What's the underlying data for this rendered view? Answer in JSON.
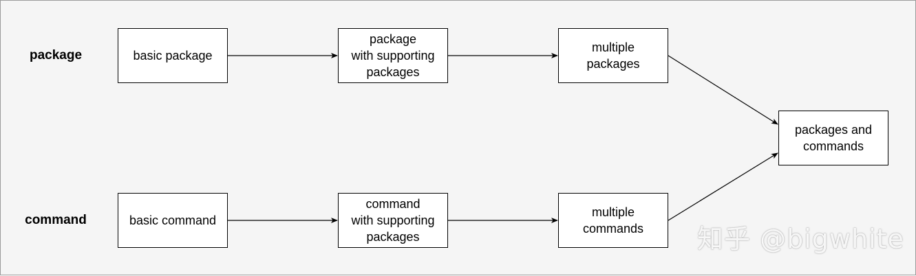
{
  "diagram": {
    "row_labels": {
      "package": "package",
      "command": "command"
    },
    "nodes": {
      "basic_package": "basic package",
      "package_with_supporting": "package\nwith supporting\npackages",
      "multiple_packages": "multiple\npackages",
      "packages_and_commands": "packages and\ncommands",
      "basic_command": "basic command",
      "command_with_supporting": "command\nwith supporting\npackages",
      "multiple_commands": "multiple\ncommands"
    },
    "watermark": "知乎 @bigwhite",
    "colors": {
      "background": "#f5f5f5",
      "node_fill": "#ffffff",
      "stroke": "#000000"
    }
  }
}
